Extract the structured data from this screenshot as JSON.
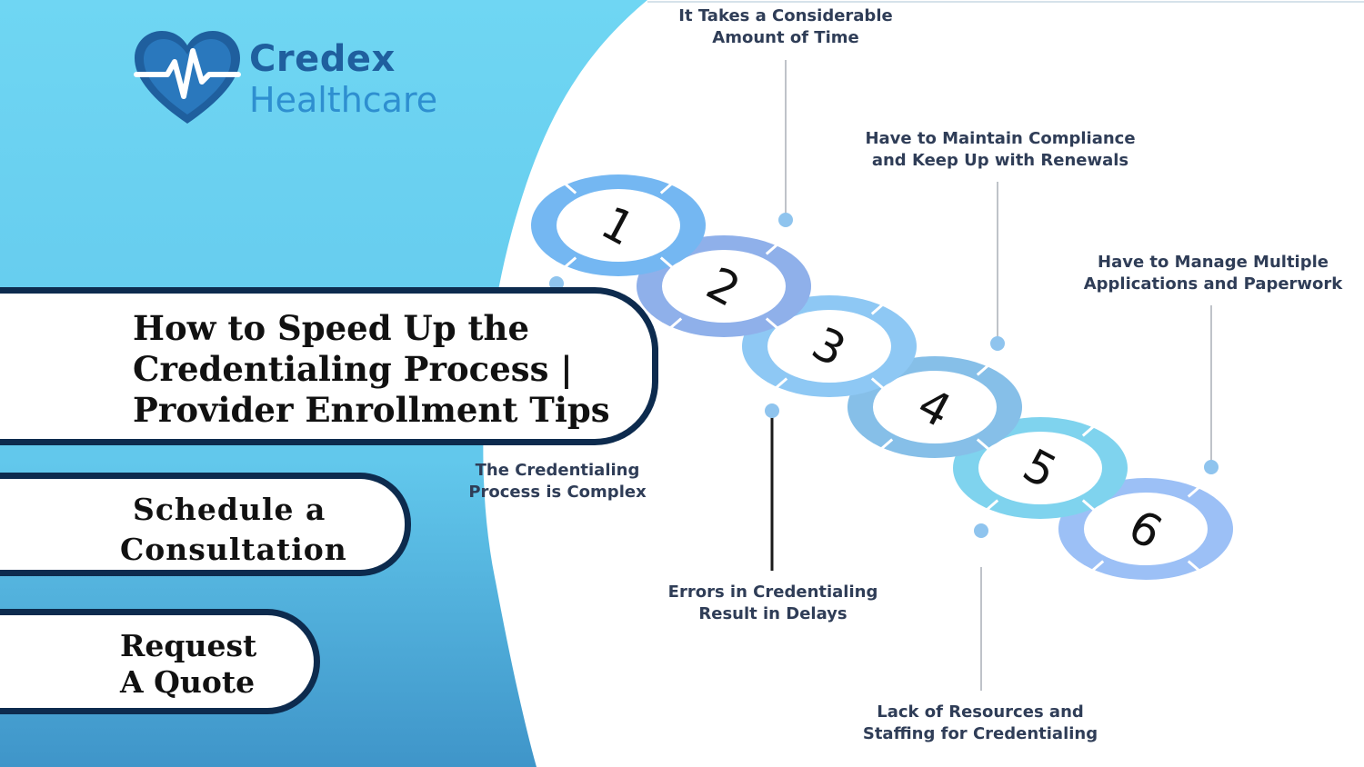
{
  "brand": {
    "line1": "Credex",
    "line2": "Healthcare"
  },
  "title": {
    "lines": [
      "How to Speed Up the",
      "Credentialing Process |",
      "Provider Enrollment Tips"
    ]
  },
  "cta_schedule": {
    "lines": [
      "Schedule a",
      "Consultation"
    ]
  },
  "cta_quote": {
    "lines": [
      "Request",
      "A Quote"
    ]
  },
  "steps": [
    {
      "number": "1",
      "label_lines": [
        "The Credentialing",
        "Process is Complex"
      ]
    },
    {
      "number": "2",
      "label_lines": [
        "It Takes a Considerable",
        "Amount of Time"
      ]
    },
    {
      "number": "3",
      "label_lines": [
        "Errors in Credentialing",
        "Result in  Delays"
      ]
    },
    {
      "number": "4",
      "label_lines": [
        "Have to Maintain Compliance",
        "and Keep Up with Renewals"
      ]
    },
    {
      "number": "5",
      "label_lines": [
        "Lack of  Resources and",
        "Staffing for Credentialing"
      ]
    },
    {
      "number": "6",
      "label_lines": [
        "Have to Manage  Multiple",
        "Applications and Paperwork"
      ]
    }
  ],
  "colors": {
    "panel_blue": "#6cd3f1",
    "navy": "#0d2b4e",
    "ring_1": "#74b7f2",
    "ring_2": "#8fb0ea",
    "ring_3": "#8ec8f4",
    "ring_4": "#86bfe8",
    "ring_5": "#7fd3ee",
    "ring_6": "#9cc0f6",
    "connector": "#bfc3c9",
    "dot": "#8fc4ee"
  }
}
